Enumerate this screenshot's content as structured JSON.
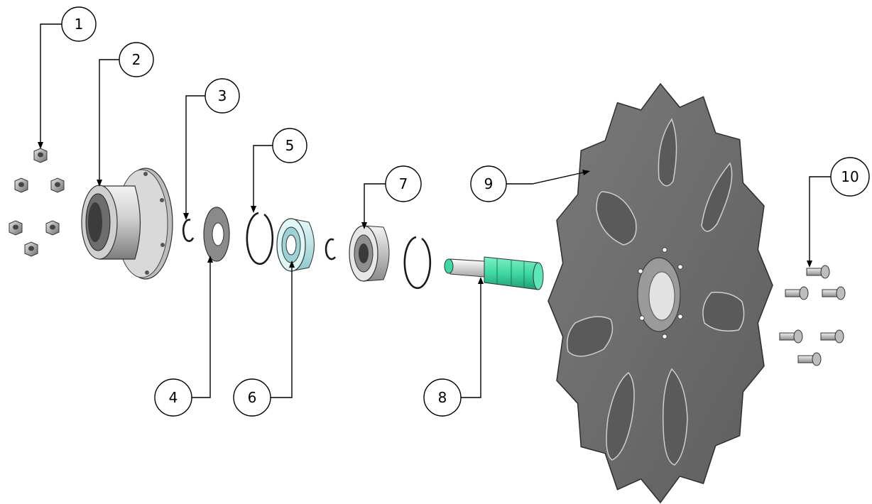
{
  "callouts": [
    {
      "id": "1",
      "label": "1"
    },
    {
      "id": "2",
      "label": "2"
    },
    {
      "id": "3",
      "label": "3"
    },
    {
      "id": "4",
      "label": "4"
    },
    {
      "id": "5",
      "label": "5"
    },
    {
      "id": "6",
      "label": "6"
    },
    {
      "id": "7",
      "label": "7"
    },
    {
      "id": "8",
      "label": "8"
    },
    {
      "id": "9",
      "label": "9"
    },
    {
      "id": "10",
      "label": "10"
    }
  ],
  "colors": {
    "part_metal": "#8c8c8c",
    "disc": "#6b6b6b",
    "bearing_highlight": "#bfe8ea",
    "shaft_highlight": "#3fd9a3",
    "line": "#000000"
  }
}
